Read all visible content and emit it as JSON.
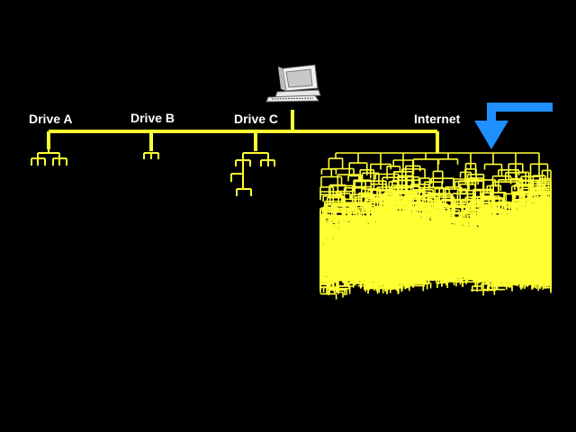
{
  "labels": {
    "drive_a": "Drive A",
    "drive_b": "Drive B",
    "drive_c": "Drive C",
    "internet": "Internet"
  },
  "colors": {
    "background": "#000000",
    "tree": "#ffff33",
    "label": "#ffffff",
    "arrow": "#1e90ff"
  },
  "icons": {
    "computer": "computer-icon",
    "arrow": "arrow-down-icon"
  }
}
